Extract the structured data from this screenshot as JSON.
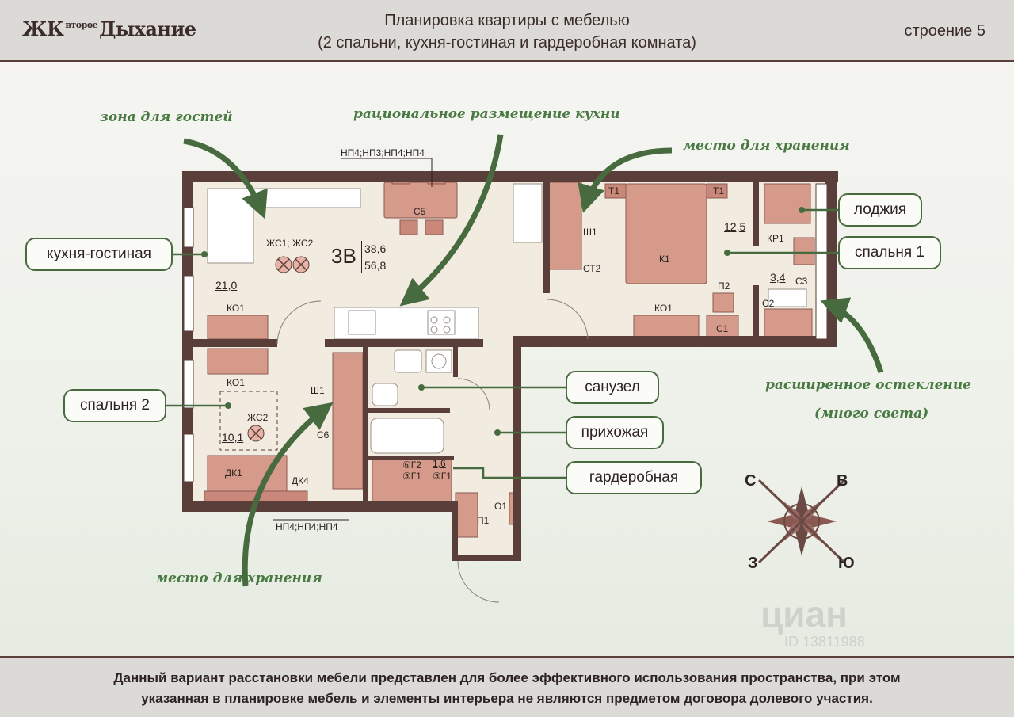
{
  "header": {
    "logo_prefix": "ЖК",
    "logo_small": "второе",
    "logo_main": "Дыхание",
    "title_line1": "Планировка квартиры с мебелью",
    "title_line2": "(2 спальни, кухня-гостиная и гардеробная комната)",
    "building": "строение 5"
  },
  "annotations": {
    "guest_zone": "зона для гостей",
    "kitchen_placement": "рациональное размещение кухни",
    "storage_top": "место для хранения",
    "storage_bottom": "место для хранения",
    "glazing_line1": "расширенное остекление",
    "glazing_line2": "(много света)"
  },
  "callouts": {
    "kitchen_living": "кухня-гостиная",
    "loggia": "лоджия",
    "bedroom1": "спальня 1",
    "bedroom2": "спальня 2",
    "bathroom": "санузел",
    "hallway": "прихожая",
    "wardrobe": "гардеробная"
  },
  "apartment": {
    "type": "3В",
    "living_area": "38,6",
    "total_area": "56,8"
  },
  "areas": {
    "kitchen": "21,0",
    "bedroom1": "12,5",
    "bedroom2": "10,1",
    "loggia": "3,4",
    "wardrobe": "1,6"
  },
  "labels": {
    "np_top": "НП4;НП3;НП4;НП4",
    "np_bottom": "НП4;НП4;НП4",
    "c5": "С5",
    "zhs1": "ЖС1; ЖС2",
    "zhs2": "ЖС2",
    "ko1_a": "КО1",
    "ko1_b": "КО1",
    "ko1_c": "КО1",
    "sh1_a": "Ш1",
    "sh1_b": "Ш1",
    "st2": "СТ2",
    "t1_a": "Т1",
    "t1_b": "Т1",
    "k1": "К1",
    "kr1": "КР1",
    "c3": "С3",
    "c2": "С2",
    "p2": "П2",
    "c1": "С1",
    "c6": "С6",
    "dk1": "ДК1",
    "dk4": "ДК4",
    "g2": "⑥Г2",
    "g1a": "⑤Г1",
    "g1b": "⑤Г1",
    "p1": "П1",
    "o1": "О1"
  },
  "compass": {
    "n": "С",
    "e": "В",
    "w": "З",
    "s": "Ю"
  },
  "watermark": {
    "brand": "циан",
    "id": "ID 13811988"
  },
  "footer": {
    "line1": "Данный вариант расстановки мебели представлен для более эффективного использования пространства, при этом",
    "line2": "указанная в планировке мебель и элементы интерьера не являются предметом договора долевого участия."
  },
  "colors": {
    "wall": "#5a3e3a",
    "furniture": "#d59a8a",
    "accent": "#476b3f",
    "floor": "#f1ebe0"
  }
}
